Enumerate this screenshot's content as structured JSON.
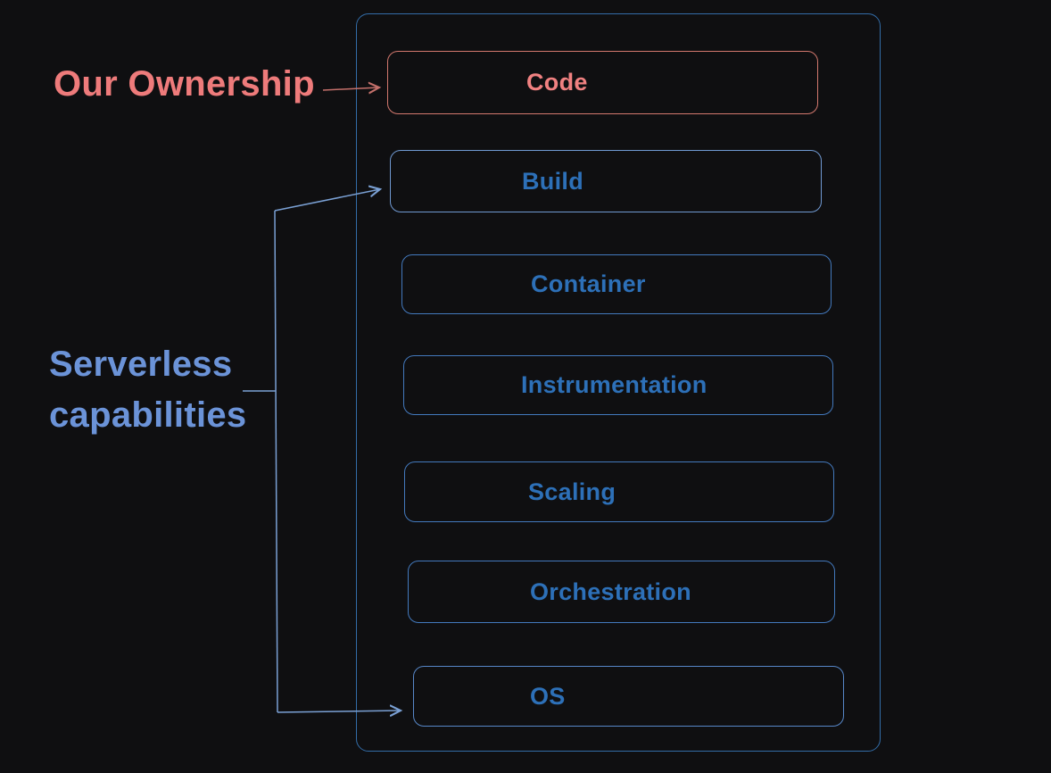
{
  "diagram": {
    "ownership_label": "Our Ownership",
    "capabilities_label": "Serverless capabilities",
    "layers": [
      {
        "id": "code",
        "label": "Code"
      },
      {
        "id": "build",
        "label": "Build"
      },
      {
        "id": "container",
        "label": "Container"
      },
      {
        "id": "instrumentation",
        "label": "Instrumentation"
      },
      {
        "id": "scaling",
        "label": "Scaling"
      },
      {
        "id": "orchestration",
        "label": "Orchestration"
      },
      {
        "id": "os",
        "label": "OS"
      }
    ],
    "colors": {
      "background": "#0f0f11",
      "ownership_text": "#ee7b7b",
      "ownership_box_border": "#d3786e",
      "ownership_box_text": "#f08181",
      "ownership_arrow": "#c4706b",
      "layer_text": "#2d70b8",
      "layer_border": "#4379bd",
      "outer_frame_border": "#336da8",
      "capabilities_text": "#6b93d8",
      "capabilities_connector": "#7aa0d4"
    }
  }
}
